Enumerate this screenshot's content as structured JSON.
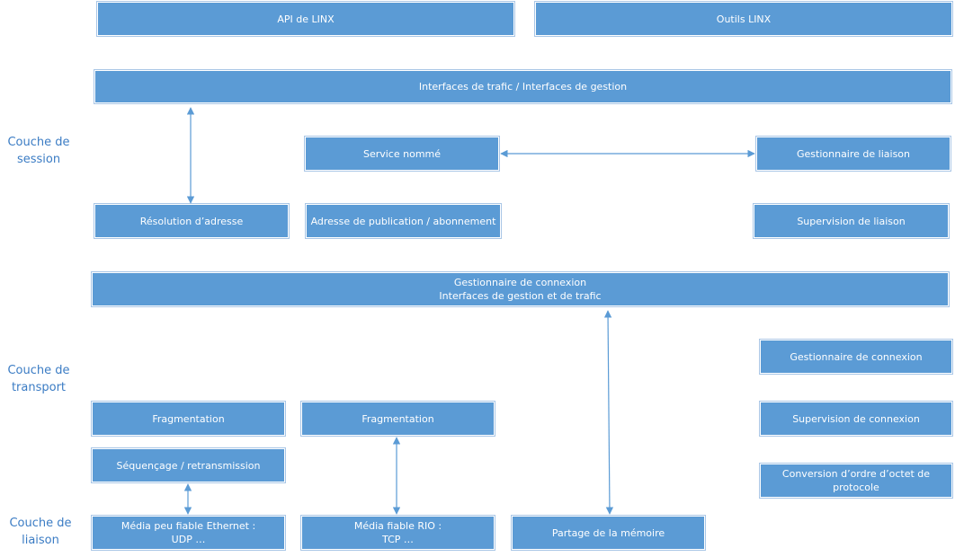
{
  "layers": {
    "session": "Couche de\nsession",
    "transport": "Couche de\ntransport",
    "link": "Couche de\nliaison"
  },
  "boxes": {
    "api_linx": "API de LINX",
    "outils_linx": "Outils LINX",
    "interfaces_trafic": "Interfaces de trafic / Interfaces de gestion",
    "service_nomme": "Service nommé",
    "gestionnaire_liaison": "Gestionnaire de liaison",
    "resolution_adresse": "Résolution d’adresse",
    "adresse_publication": "Adresse de publication / abonnement",
    "supervision_liaison": "Supervision de liaison",
    "gestionnaire_connexion_main": "Gestionnaire de connexion\nInterfaces de gestion et de trafic",
    "gestionnaire_connexion": "Gestionnaire de connexion",
    "fragmentation_1": "Fragmentation",
    "fragmentation_2": "Fragmentation",
    "supervision_connexion": "Supervision de connexion",
    "sequencage": "Séquençage / retransmission",
    "conversion_ordre": "Conversion d’ordre d’octet de\nprotocole",
    "media_ethernet": "Média peu fiable Ethernet :\nUDP …",
    "media_rio": "Média fiable RIO :\nTCP …",
    "partage_memoire": "Partage de la mémoire"
  },
  "colors": {
    "box_fill": "#5b9bd5",
    "layer_text": "#3b7cc4",
    "arrow": "#5b9bd5"
  }
}
